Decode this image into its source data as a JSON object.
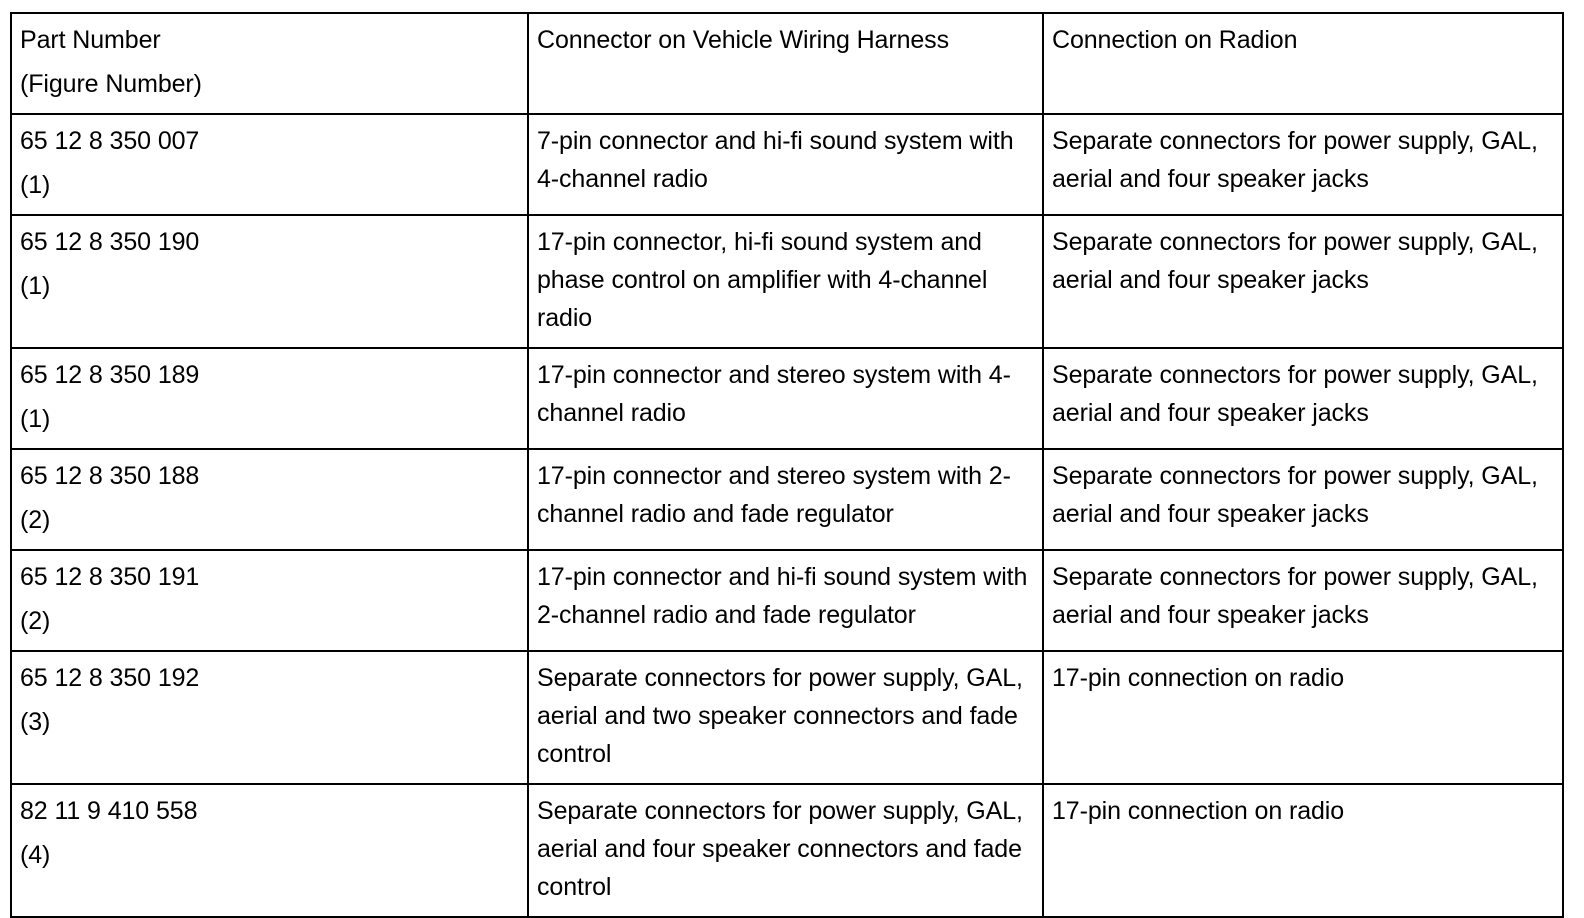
{
  "document": {
    "type": "specification-table",
    "background_color": "#ffffff",
    "text_color": "#000000",
    "border_color": "#000000"
  },
  "table": {
    "columns": [
      {
        "key": "part_number",
        "header_lines": [
          "Part Number",
          "(Figure Number)"
        ]
      },
      {
        "key": "connector_harness",
        "header_lines": [
          "Connector on Vehicle Wiring Harness"
        ]
      },
      {
        "key": "connection_radio",
        "header_lines": [
          "Connection on Radion"
        ]
      }
    ],
    "rows": [
      {
        "part_number": "65 12 8 350 007",
        "figure_number": "(1)",
        "connector_harness": "7-pin connector and hi-fi sound system with 4-channel radio",
        "connection_radio": "Separate connectors for power supply, GAL, aerial and four speaker jacks"
      },
      {
        "part_number": "65 12 8 350 190",
        "figure_number": "(1)",
        "connector_harness": "17-pin connector, hi-fi sound system and phase control on amplifier with 4-channel radio",
        "connection_radio": "Separate connectors for power supply, GAL, aerial and four speaker jacks"
      },
      {
        "part_number": "65 12 8 350 189",
        "figure_number": "(1)",
        "connector_harness": "17-pin connector and stereo system with 4-channel radio",
        "connection_radio": "Separate connectors for power supply, GAL, aerial and four speaker jacks"
      },
      {
        "part_number": "65 12 8 350 188",
        "figure_number": "(2)",
        "connector_harness": "17-pin connector and stereo system with 2-channel radio and fade regulator",
        "connection_radio": "Separate connectors for power supply, GAL, aerial and four speaker jacks"
      },
      {
        "part_number": "65 12 8 350 191",
        "figure_number": "(2)",
        "connector_harness": "17-pin connector and hi-fi sound system with 2-channel radio and fade regulator",
        "connection_radio": "Separate connectors for power supply, GAL, aerial and four speaker jacks"
      },
      {
        "part_number": "65 12 8 350 192",
        "figure_number": "(3)",
        "connector_harness": "Separate connectors for power supply, GAL, aerial and two speaker connectors and fade control",
        "connection_radio": "17-pin connection on radio"
      },
      {
        "part_number": "82 11 9 410 558",
        "figure_number": "(4)",
        "connector_harness": " Separate connectors for power supply, GAL, aerial and four speaker connectors and fade control",
        "connection_radio": "17-pin connection on radio"
      }
    ]
  }
}
